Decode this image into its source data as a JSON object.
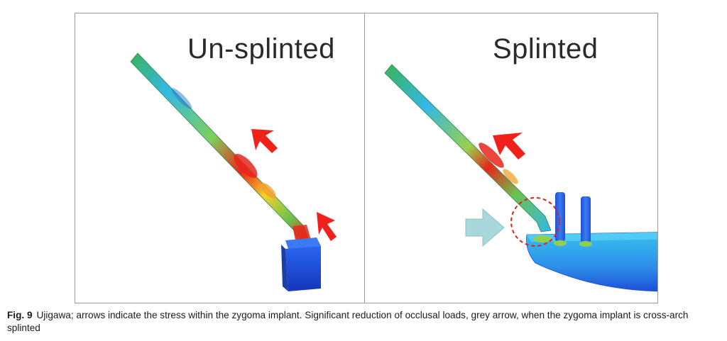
{
  "figure": {
    "panels": [
      {
        "title": "Un-splinted"
      },
      {
        "title": "Splinted"
      }
    ],
    "colors": {
      "stress_high": "#e8261c",
      "stress_mid": "#f2d22a",
      "stress_low": "#33b8e6",
      "stress_min": "#1f4fd8",
      "arrow_stress": "#f0201a",
      "arrow_grey": "#a9d8dc",
      "highlight_circle": "#e02020"
    }
  },
  "caption": {
    "label": "Fig. 9",
    "text": "Ujigawa; arrows indicate the stress within the zygoma implant. Significant reduction of occlusal loads, grey arrow, when the zygoma implant is cross-arch splinted"
  }
}
